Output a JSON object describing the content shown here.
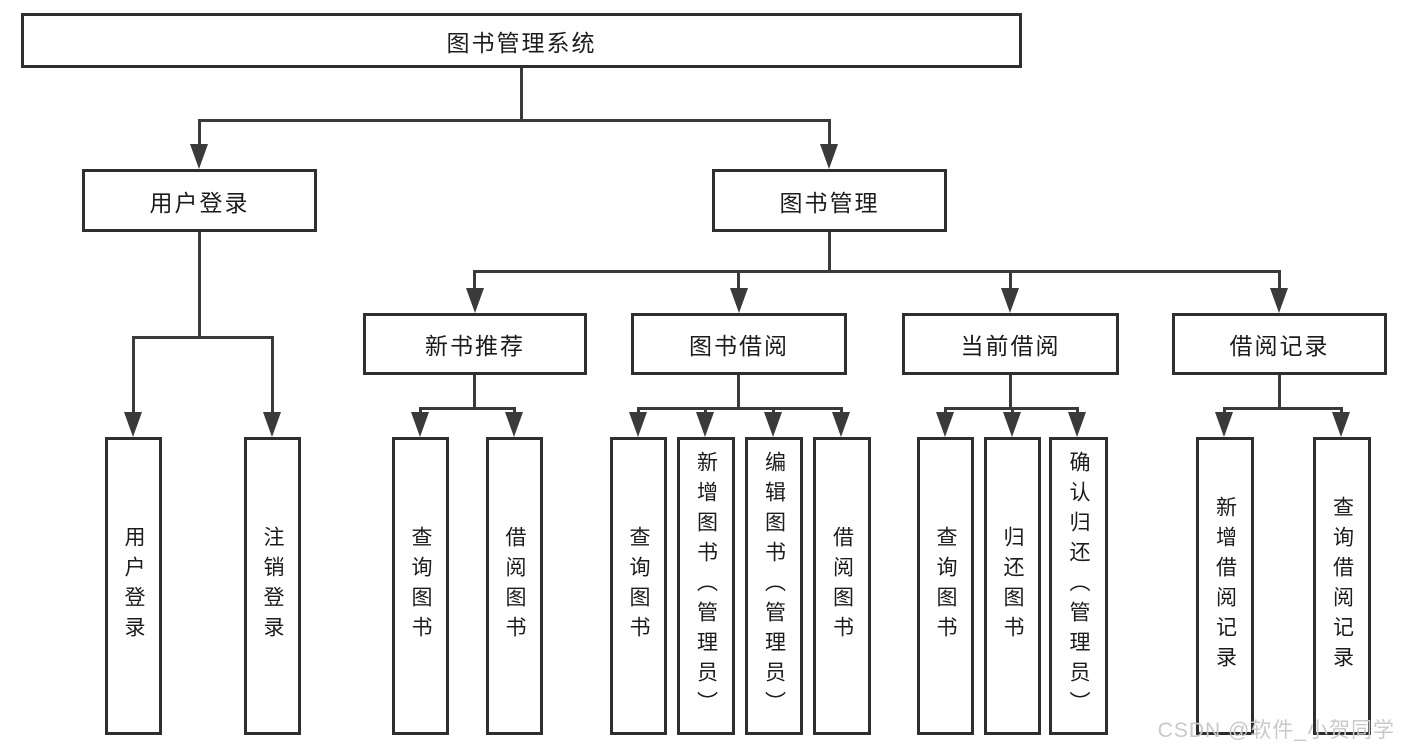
{
  "colors": {
    "line": "#3a3a3a",
    "box_border": "#2e2e2e",
    "text": "#1c1c1c",
    "background": "#ffffff",
    "watermark": "#c9c9c9"
  },
  "tree": {
    "root": "图书管理系统",
    "branches": [
      {
        "label": "用户登录",
        "leaves": [
          "用户登录",
          "注销登录"
        ]
      },
      {
        "label": "图书管理",
        "groups": [
          {
            "label": "新书推荐",
            "leaves": [
              "查询图书",
              "借阅图书"
            ]
          },
          {
            "label": "图书借阅",
            "leaves": [
              "查询图书",
              "新增图书（管理员）",
              "编辑图书（管理员）",
              "借阅图书"
            ]
          },
          {
            "label": "当前借阅",
            "leaves": [
              "查询图书",
              "归还图书",
              "确认归还（管理员）"
            ]
          },
          {
            "label": "借阅记录",
            "leaves": [
              "新增借阅记录",
              "查询借阅记录"
            ]
          }
        ]
      }
    ]
  },
  "watermark": "CSDN @软件_小贺同学"
}
